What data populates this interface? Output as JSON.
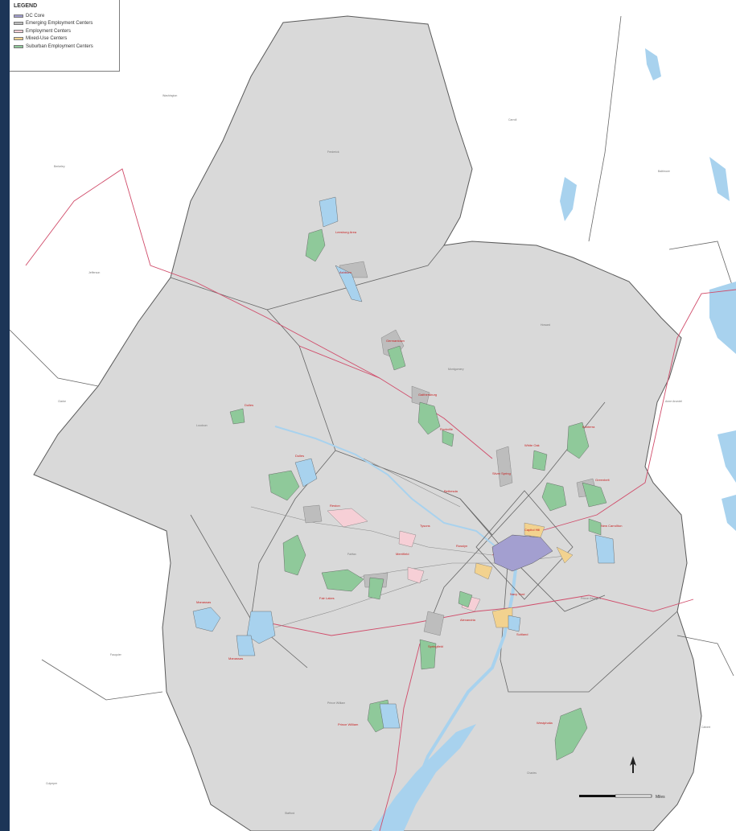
{
  "legend": {
    "title": "LEGEND",
    "items": [
      {
        "label": "DC Core",
        "color": "#a39fd0"
      },
      {
        "label": "Emerging Employment Centers",
        "color": "#bdbdbd"
      },
      {
        "label": "Employment Centers",
        "color": "#f6cfd6"
      },
      {
        "label": "Mixed-Use Centers",
        "color": "#f2d28f"
      },
      {
        "label": "Suburban Employment Centers",
        "color": "#8fc99a"
      }
    ]
  },
  "colors": {
    "region_fill": "#d9d9d9",
    "water": "#a8d2ee",
    "outside": "#ffffff",
    "red_route": "#d04c6a",
    "border": "#5a5a5a",
    "frame_bg": "#1c3557"
  },
  "scale": {
    "unit": "Miles"
  }
}
